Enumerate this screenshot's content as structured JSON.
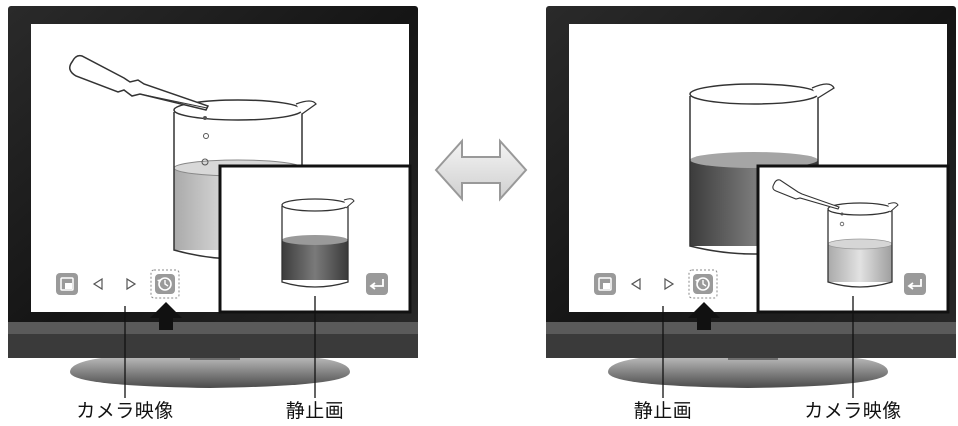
{
  "left_panel": {
    "callout_camera": "カメラ映像",
    "callout_still": "静止画"
  },
  "right_panel": {
    "callout_still": "静止画",
    "callout_camera": "カメラ映像"
  },
  "icons": [
    "pip-icon",
    "prev-triangle-icon",
    "next-triangle-icon",
    "swap-camera-icon",
    "return-icon",
    "up-arrow-icon",
    "double-arrow-icon"
  ],
  "colors": {
    "bezel": "#1c1c1c",
    "liquid_dark": "#555555",
    "liquid_light": "#cfcfcf",
    "button_gray": "#9a9a9a"
  }
}
